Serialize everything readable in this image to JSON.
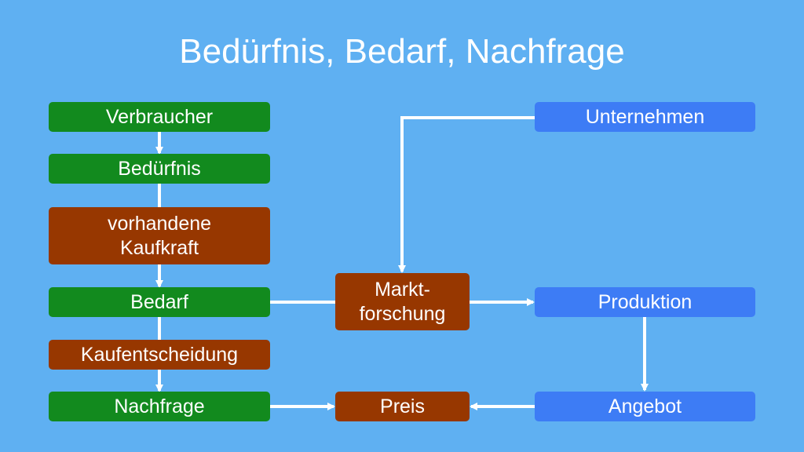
{
  "title": "Bedürfnis, Bedarf, Nachfrage",
  "colors": {
    "background": "#5fb0f2",
    "consumer": "#128a1e",
    "intermediate": "#973700",
    "company": "#3d7cf5",
    "connector": "#ffffff"
  },
  "nodes": {
    "verbraucher": "Verbraucher",
    "beduerfnis": "Bedürfnis",
    "kaufkraft": "vorhandene\nKaufkraft",
    "bedarf": "Bedarf",
    "kaufentscheidung": "Kaufentscheidung",
    "nachfrage": "Nachfrage",
    "unternehmen": "Unternehmen",
    "marktforschung": "Markt-\nforschung",
    "produktion": "Produktion",
    "preis": "Preis",
    "angebot": "Angebot"
  }
}
